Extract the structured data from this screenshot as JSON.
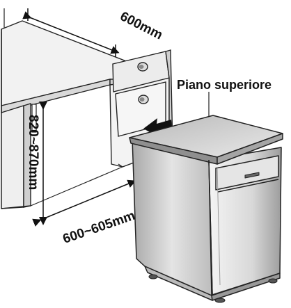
{
  "labels": {
    "cabinet_width": "600mm",
    "height_range": "820~870mm",
    "depth_range": "600~605mm",
    "top_panel": "Piano superiore"
  },
  "colors": {
    "line": "#222222",
    "shade": "#cfcfcf",
    "panel": "#e7e7e7",
    "arrow": "#111111"
  }
}
